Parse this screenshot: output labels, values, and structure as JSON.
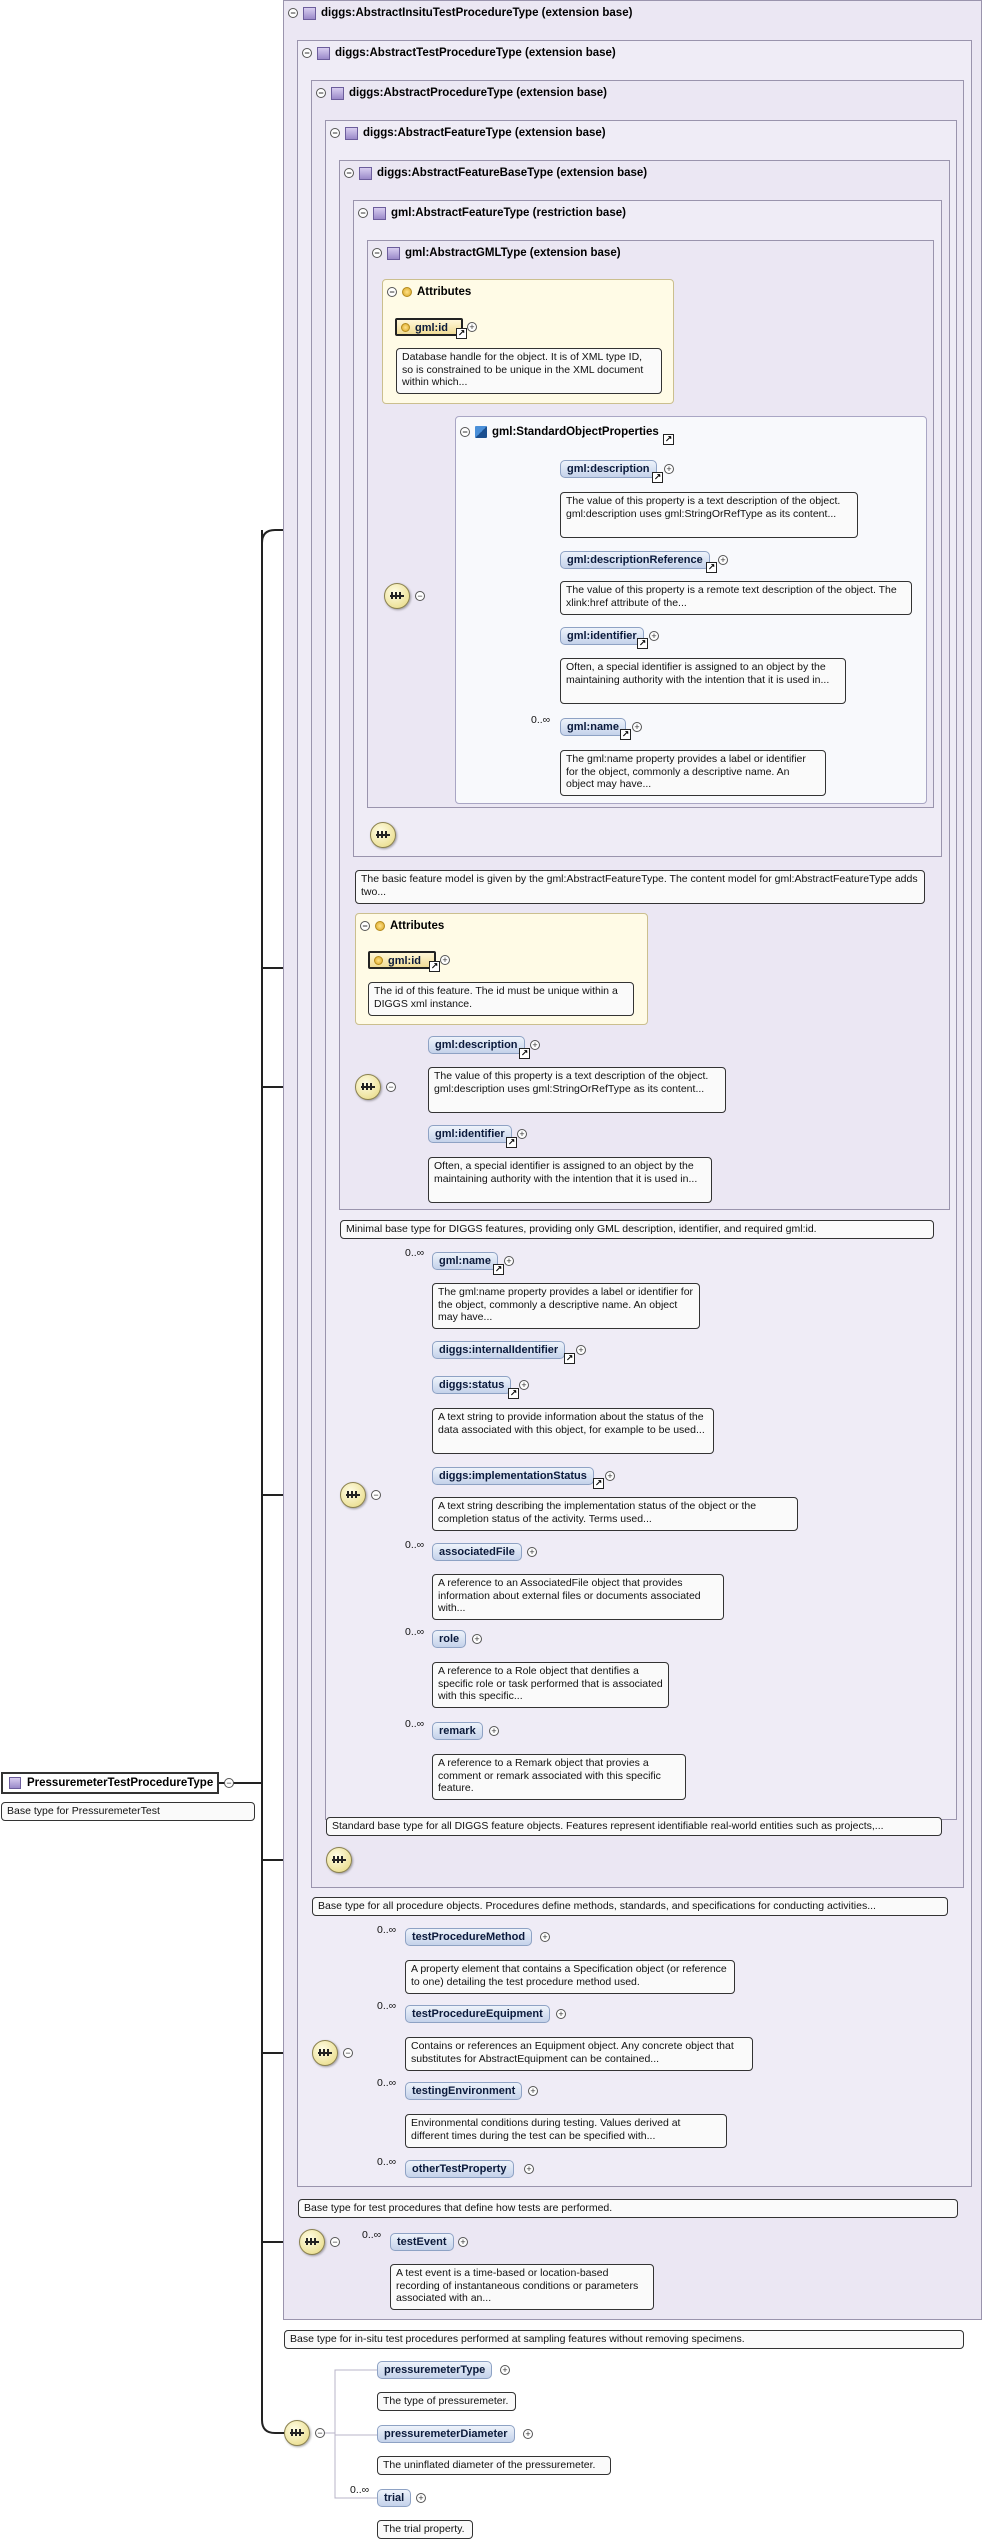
{
  "root": {
    "name": "PressuremeterTestProcedureType",
    "doc": "Base type for PressuremeterTest"
  },
  "levels": {
    "insitu": {
      "title": "diggs:AbstractInsituTestProcedureType (extension base)",
      "doc": "Base type for in-situ test procedures performed at sampling features without removing specimens."
    },
    "test": {
      "title": "diggs:AbstractTestProcedureType (extension base)",
      "doc": "Base type for test procedures that define how tests are performed."
    },
    "procedure": {
      "title": "diggs:AbstractProcedureType (extension base)",
      "doc": "Base type for all procedure objects. Procedures define methods, standards, and specifications for conducting activities..."
    },
    "feature": {
      "title": "diggs:AbstractFeatureType (extension base)",
      "doc": "Standard base type for all DIGGS feature objects. Features represent identifiable real-world entities such as projects,..."
    },
    "featurebase": {
      "title": "diggs:AbstractFeatureBaseType (extension base)",
      "doc": "Minimal base type for DIGGS features, providing only GML description, identifier, and required gml:id."
    },
    "gmlfeature": {
      "title": "gml:AbstractFeatureType (restriction base)",
      "doc": "The basic feature model is given by the gml:AbstractFeatureType. The content model for gml:AbstractFeatureType adds two..."
    },
    "gmltype": {
      "title": "gml:AbstractGMLType (extension base)"
    }
  },
  "gml_attrs": {
    "title": "Attributes",
    "id_label": "gml:id",
    "id_doc": "Database handle for the object. It is of XML type ID, so is constrained to be unique in the XML document within which..."
  },
  "std_props": {
    "title": "gml:StandardObjectProperties",
    "items": [
      {
        "name": "gml:description",
        "doc": "The value of this property is a text description of the object. gml:description uses gml:StringOrRefType as its content..."
      },
      {
        "name": "gml:descriptionReference",
        "doc": "The value of this property is a remote text description of the object. The xlink:href attribute of the..."
      },
      {
        "name": "gml:identifier",
        "doc": "Often, a special identifier is assigned to an object by the maintaining authority with the intention that it is used in..."
      },
      {
        "name": "gml:name",
        "mult": "0..∞",
        "doc": "The gml:name property provides a label or identifier for the object, commonly a descriptive name. An object may have..."
      }
    ]
  },
  "fb_attrs": {
    "title": "Attributes",
    "id_label": "gml:id",
    "id_doc": "The id of this feature. The id must be unique within a DIGGS xml instance."
  },
  "fb_seq": [
    {
      "name": "gml:description",
      "doc": "The value of this property is a text description of the object. gml:description uses gml:StringOrRefType as its content..."
    },
    {
      "name": "gml:identifier",
      "doc": "Often, a special identifier is assigned to an object by the maintaining authority with the intention that it is used in..."
    }
  ],
  "feature_seq": [
    {
      "name": "gml:name",
      "mult": "0..∞",
      "doc": "The gml:name property provides a label or identifier for the object, commonly a descriptive name. An object may have..."
    },
    {
      "name": "diggs:internalIdentifier",
      "doc": ""
    },
    {
      "name": "diggs:status",
      "doc": "A text string to provide information about the status of the data associated with this object, for example to be used..."
    },
    {
      "name": "diggs:implementationStatus",
      "doc": "A text string describing the implementation status of the object or the completion status of the activity. Terms used..."
    },
    {
      "name": "associatedFile",
      "mult": "0..∞",
      "doc": "A reference to an AssociatedFile object that provides information about external files or documents associated with..."
    },
    {
      "name": "role",
      "mult": "0..∞",
      "doc": "A reference to a Role object that dentifies a specific role or task performed that is associated with this specific..."
    },
    {
      "name": "remark",
      "mult": "0..∞",
      "doc": "A reference to a Remark object that provies a comment or remark associated with this specific feature."
    }
  ],
  "test_seq": [
    {
      "name": "testProcedureMethod",
      "mult": "0..∞",
      "doc": "A property element that contains a Specification object (or reference to one) detailing the test procedure method used."
    },
    {
      "name": "testProcedureEquipment",
      "mult": "0..∞",
      "doc": "Contains or references an Equipment object. Any concrete object that substitutes for AbstractEquipment can be contained..."
    },
    {
      "name": "testingEnvironment",
      "mult": "0..∞",
      "doc": "Environmental conditions during testing. Values derived at different times during the test can be specified with..."
    },
    {
      "name": "otherTestProperty",
      "mult": "0..∞",
      "doc": ""
    }
  ],
  "insitu_seq": [
    {
      "name": "testEvent",
      "mult": "0..∞",
      "doc": "A test event is a time-based or location-based recording of instantaneous conditions or parameters associated with an..."
    }
  ],
  "own_seq": [
    {
      "name": "pressuremeterType",
      "doc": "The type of pressuremeter."
    },
    {
      "name": "pressuremeterDiameter",
      "doc": "The uninflated diameter of the pressuremeter."
    },
    {
      "name": "trial",
      "mult": "0..∞",
      "doc": "The trial property."
    }
  ],
  "colors": {
    "box_border": "#9a94ad",
    "box_fill": "#ebe7f3",
    "element_fill": "#c4d2ea",
    "attr_fill": "#fffbe6"
  }
}
